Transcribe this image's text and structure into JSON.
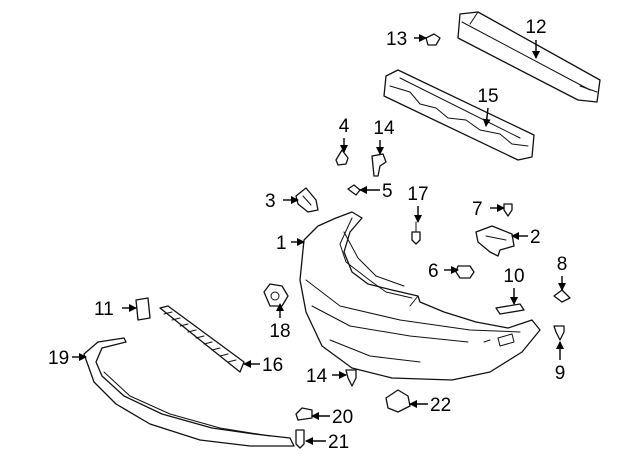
{
  "callouts": [
    {
      "id": "c1",
      "text": "1"
    },
    {
      "id": "c2",
      "text": "2"
    },
    {
      "id": "c3",
      "text": "3"
    },
    {
      "id": "c4",
      "text": "4"
    },
    {
      "id": "c5",
      "text": "5"
    },
    {
      "id": "c6",
      "text": "6"
    },
    {
      "id": "c7",
      "text": "7"
    },
    {
      "id": "c8",
      "text": "8"
    },
    {
      "id": "c9",
      "text": "9"
    },
    {
      "id": "c10",
      "text": "10"
    },
    {
      "id": "c11",
      "text": "11"
    },
    {
      "id": "c12",
      "text": "12"
    },
    {
      "id": "c13",
      "text": "13"
    },
    {
      "id": "c14a",
      "text": "14"
    },
    {
      "id": "c14b",
      "text": "14"
    },
    {
      "id": "c15",
      "text": "15"
    },
    {
      "id": "c16",
      "text": "16"
    },
    {
      "id": "c17",
      "text": "17"
    },
    {
      "id": "c18",
      "text": "18"
    },
    {
      "id": "c19",
      "text": "19"
    },
    {
      "id": "c20",
      "text": "20"
    },
    {
      "id": "c21",
      "text": "21"
    },
    {
      "id": "c22",
      "text": "22"
    }
  ]
}
